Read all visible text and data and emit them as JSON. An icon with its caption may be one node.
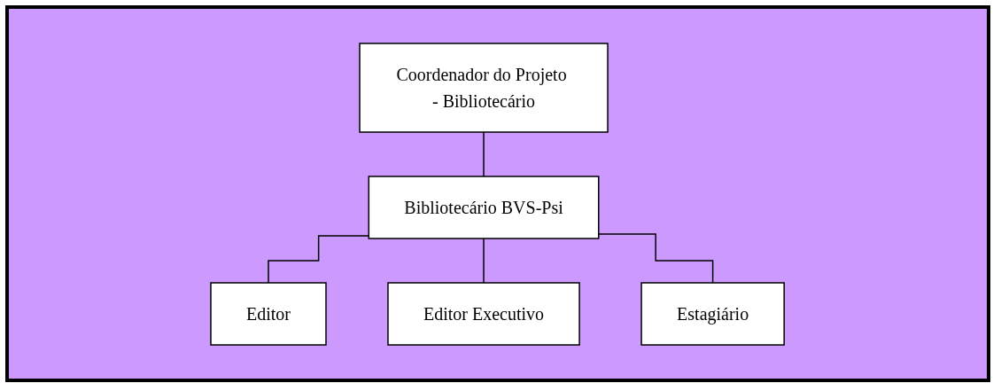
{
  "diagram": {
    "nodes": [
      {
        "text": [
          "Coordenador do Projeto - Bibliotecário"
        ]
      },
      {
        "text": [
          "Bibliotecário BVS-Psi"
        ]
      },
      {
        "text": [
          "Editor"
        ]
      },
      {
        "text": [
          "Editor Executivo"
        ]
      },
      {
        "text": [
          "Estagiário"
        ]
      }
    ],
    "edges": [
      {
        "from": 0,
        "to": 1,
        "arrow": "none"
      },
      {
        "from": 1,
        "to": 2,
        "arrow": "none"
      },
      {
        "from": 1,
        "to": 3,
        "arrow": "none"
      },
      {
        "from": 1,
        "to": 4,
        "arrow": "none"
      }
    ]
  }
}
